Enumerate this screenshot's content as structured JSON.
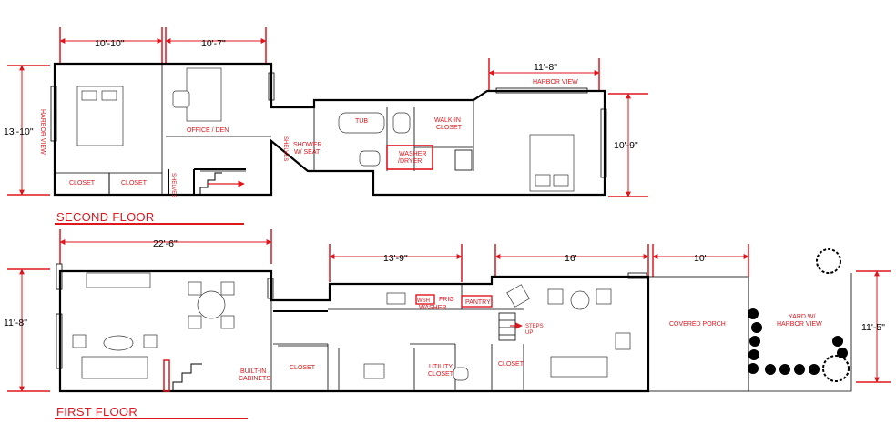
{
  "floors": {
    "second": {
      "title": "SECOND FLOOR",
      "dims": [
        "10'-10\"",
        "10'-7\"",
        "11'-8\"",
        "13'-10\"",
        "10'-9\""
      ],
      "view_labels": [
        "HARBOR VIEW",
        "HARBOR VIEW"
      ],
      "rooms": [
        "OFFICE / DEN",
        "TUB",
        "WALK-IN",
        "CLOSET",
        "SHOWER",
        "W/ SEAT",
        "SHELVES",
        "WASHER",
        "/DRYER",
        "CLOSET",
        "CLOSET",
        "SHELVES"
      ]
    },
    "first": {
      "title": "FIRST FLOOR",
      "dims": [
        "22'-6\"",
        "13'-9\"",
        "16'",
        "10'",
        "11'-8\"",
        "11'-5\""
      ],
      "rooms": [
        "WSH",
        "FRIG",
        "WASHER",
        "PANTRY",
        "STEPS",
        "UP",
        "COVERED PORCH",
        "YARD W/",
        "HARBOR VIEW",
        "BUILT-IN",
        "CABINETS",
        "CLOSET",
        "UTILITY",
        "CLOSET",
        "CLOSET"
      ]
    }
  },
  "colors": {
    "annotation": "#e0161d",
    "wall": "#000000"
  }
}
